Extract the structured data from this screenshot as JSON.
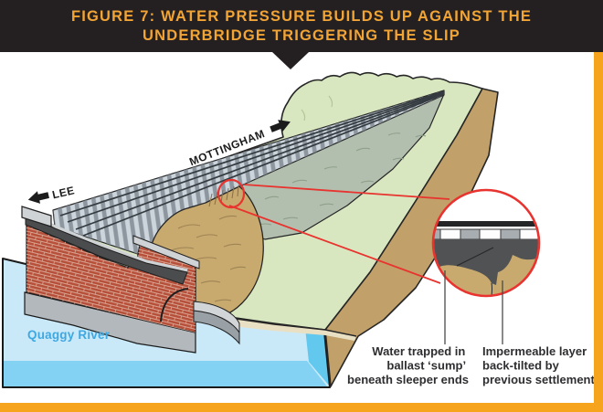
{
  "banner": {
    "title_line1": "FIGURE 7: WATER PRESSURE BUILDS UP AGAINST THE",
    "title_line2": "UNDERBRIDGE TRIGGERING THE SLIP"
  },
  "diagram": {
    "direction_left": "LEE",
    "direction_right": "MOTTINGHAM",
    "river_label": "Quaggy River",
    "caption_water": {
      "line1": "Water trapped in",
      "line2": "ballast ‘sump’",
      "line3": "beneath sleeper ends"
    },
    "caption_layer": {
      "line1": "Impermeable layer",
      "line2": "back-tilted by",
      "line3": "previous settlement"
    }
  },
  "colors": {
    "banner_bg": "#242021",
    "accent_orange": "#F2A535",
    "border_orange": "#F6A41E",
    "annotation_red": "#E8332F",
    "water_light": "#C9E9F9",
    "water_mid": "#83D2F3",
    "water_face": "#62C8EE",
    "grass_green": "#D9E7C0",
    "cutting_grey": "#B2BFAE",
    "slip_tan": "#C9AA6E",
    "cut_face_brown": "#C1A06A",
    "brick_red": "#B6503A",
    "river_label_blue": "#3FA8E0"
  }
}
